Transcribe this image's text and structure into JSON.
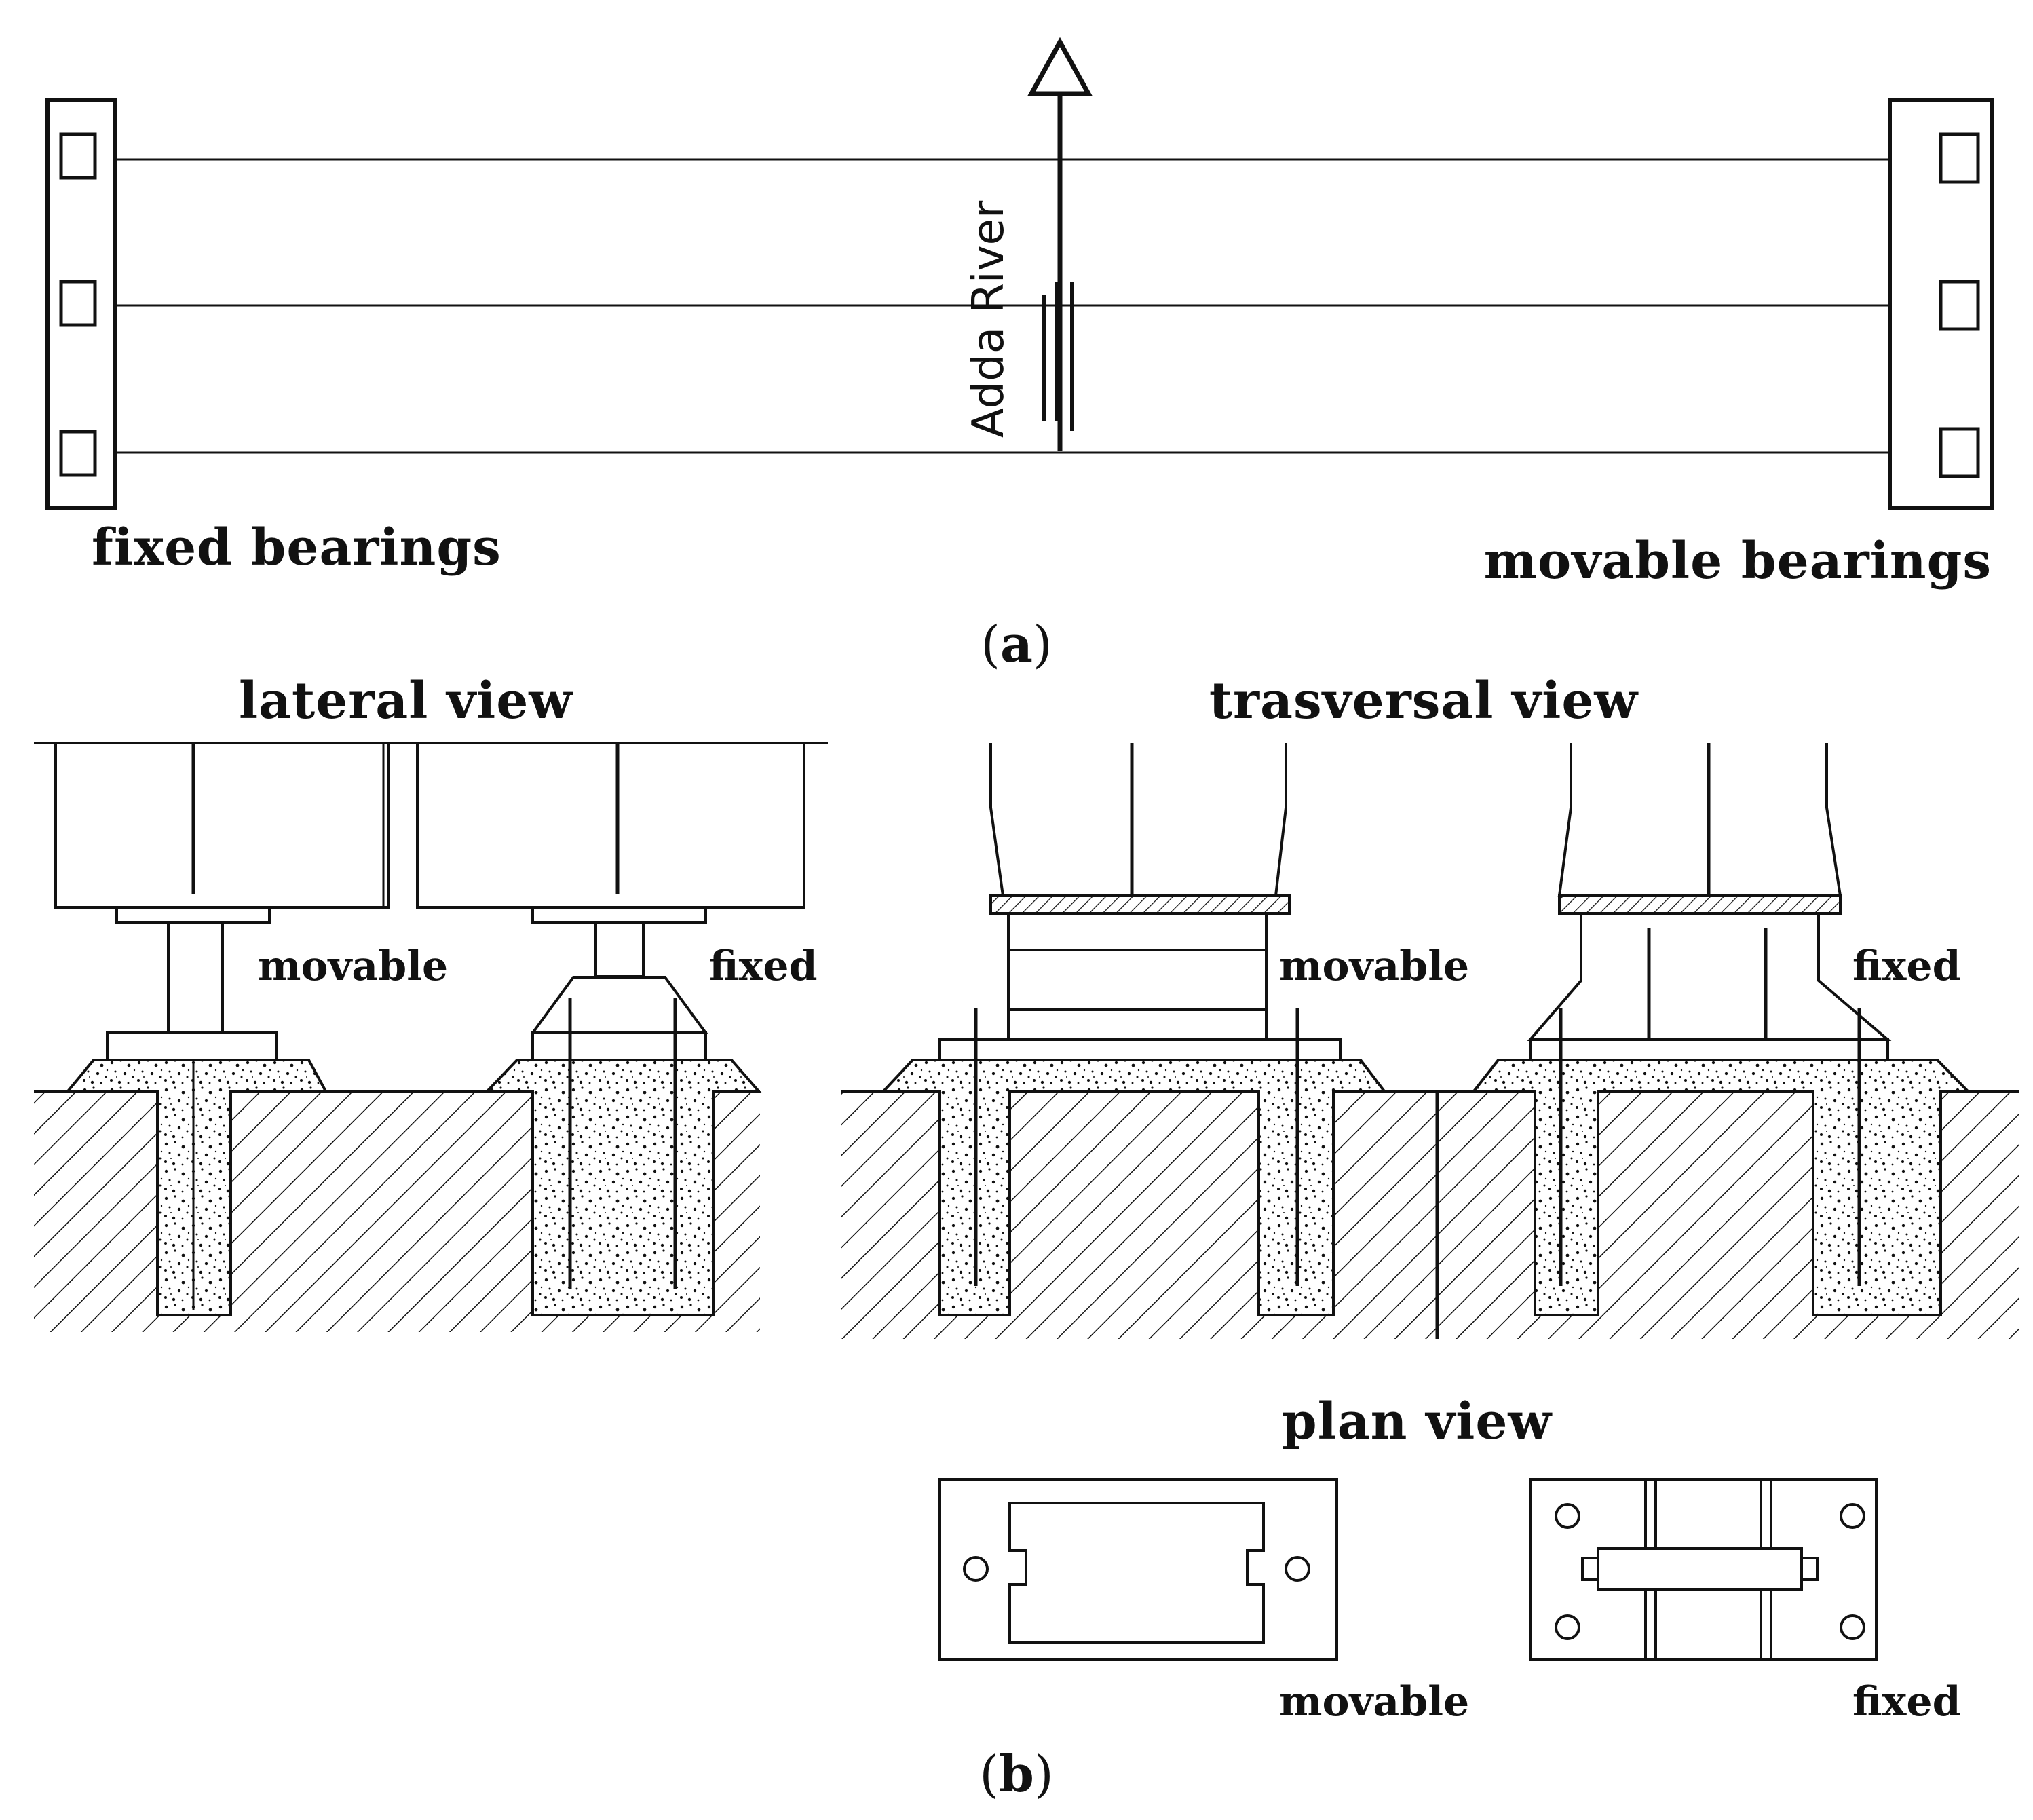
{
  "figure": {
    "panel_a": {
      "river_label": "Adda River",
      "left_label": "fixed bearings",
      "right_label": "movable bearings",
      "caption_open": "(",
      "caption_letter": "a",
      "caption_close": ")"
    },
    "panel_b": {
      "lateral_title": "lateral view",
      "transversal_title": "trasversal view",
      "plan_title": "plan view",
      "movable_label": "movable",
      "fixed_label": "fixed",
      "caption_open": "(",
      "caption_letter": "b",
      "caption_close": ")"
    }
  },
  "colors": {
    "ink": "#111111",
    "paper": "#ffffff"
  }
}
